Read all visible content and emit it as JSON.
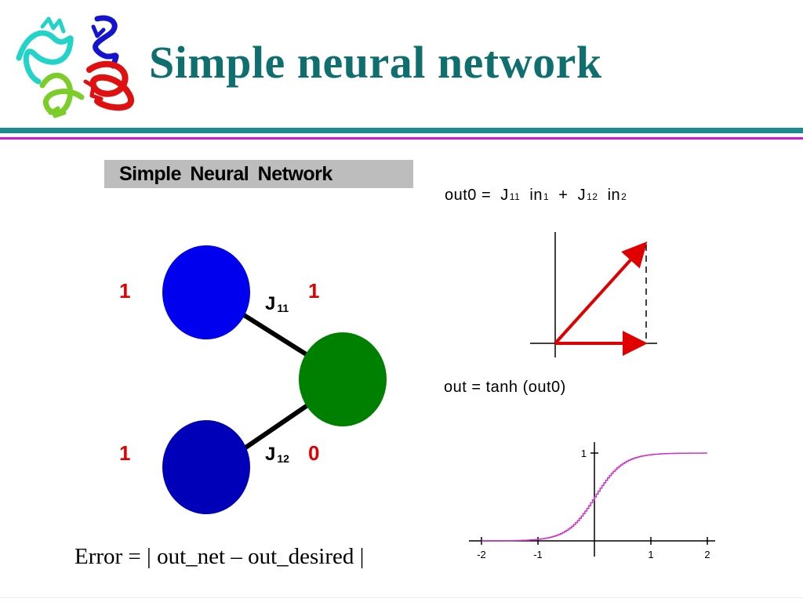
{
  "slide": {
    "title": "Simple neural network"
  },
  "network": {
    "header": "Simple Neural Network",
    "input1": {
      "value": "1",
      "color": "#0000ee"
    },
    "input2": {
      "value": "1",
      "color": "#0000b8"
    },
    "output": {
      "color": "#008000"
    },
    "weight1": {
      "label": "J",
      "sub": "11",
      "value": "1"
    },
    "weight2": {
      "label": "J",
      "sub": "12",
      "value": "0"
    }
  },
  "equations": {
    "linear": {
      "lhs": "out0 =",
      "t1": "J",
      "t1_sub": "11",
      "t1_var": "in",
      "t1_var_sub": "1",
      "plus": "+",
      "t2": "J",
      "t2_sub": "12",
      "t2_var": "in",
      "t2_var_sub": "2"
    },
    "activation": "out = tanh (out0)",
    "error": "Error = | out_net – out_desired |"
  },
  "chart_data": {
    "type": "line",
    "function": "tanh",
    "xticks": [
      "-2",
      "-1",
      "1",
      "2"
    ],
    "yticks": [
      "1"
    ],
    "xlim": [
      -2,
      2
    ],
    "ylim": [
      0,
      1
    ],
    "color": "#cc33cc"
  },
  "colors": {
    "title": "#0f6f6f",
    "accent_red": "#e00000",
    "rule_teal": "#1a8c8c",
    "rule_magenta": "#d01ad0"
  },
  "icons": {
    "logo": "protein-ribbon-logo"
  }
}
